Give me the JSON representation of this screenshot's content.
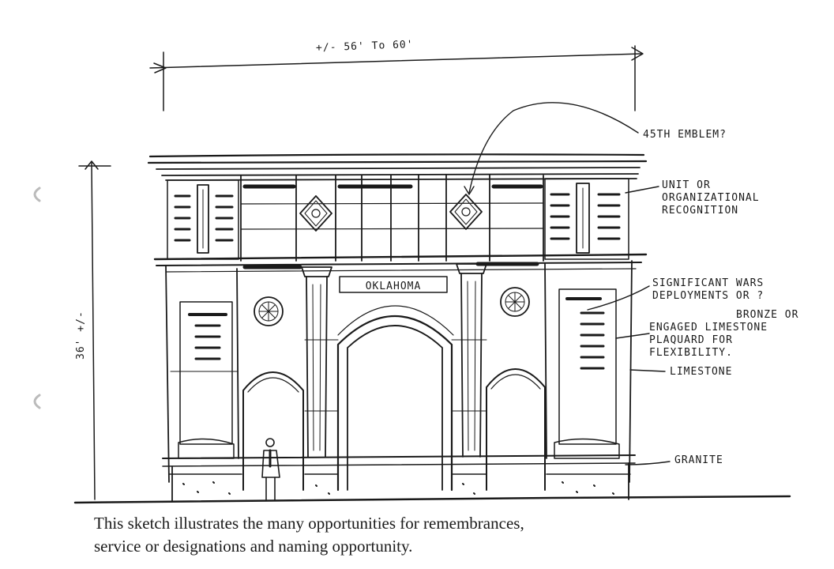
{
  "dimensions": {
    "width_label": "+/- 56' To 60'",
    "height_label": "36' +/-"
  },
  "inscription": "OKLAHOMA",
  "annotations": {
    "emblem": "45TH EMBLEM?",
    "unit": [
      "UNIT OR",
      "ORGANIZATIONAL",
      "RECOGNITION"
    ],
    "wars": [
      "SIGNIFICANT WARS",
      "DEPLOYMENTS OR ?"
    ],
    "bronze": [
      "BRONZE OR",
      "ENGAGED LIMESTONE",
      "PLAQUARD FOR",
      "FLEXIBILITY."
    ],
    "limestone": "LIMESTONE",
    "granite": "GRANITE"
  },
  "caption": {
    "line1": "This sketch illustrates the many opportunities for remembrances,",
    "line2": "service or designations and naming opportunity."
  }
}
